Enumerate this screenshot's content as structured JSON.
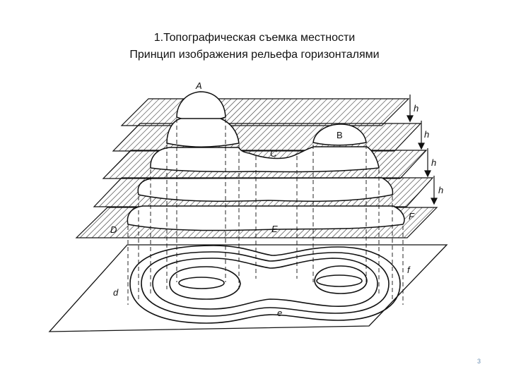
{
  "slide": {
    "title_line1": "1.Топографическая съемка местности",
    "title_line2": "Принцип изображения рельефа горизонталями",
    "page_number": "3"
  },
  "diagram": {
    "labels": {
      "A": "A",
      "B": "B",
      "C": "C",
      "D": "D",
      "E": "E",
      "F": "F",
      "d": "d",
      "e": "e",
      "f": "f",
      "h": "h"
    },
    "colors": {
      "ink": "#111111",
      "page_number": "#6b8fb3"
    }
  }
}
